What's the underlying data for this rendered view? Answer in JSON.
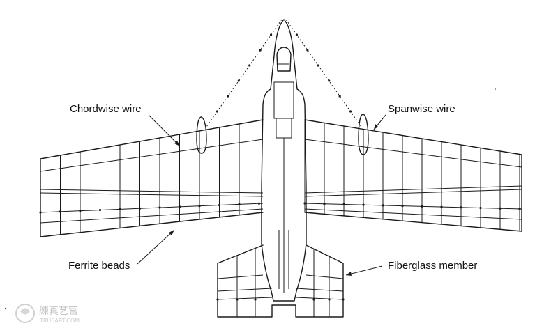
{
  "labels": {
    "chordwise": "Chordwise wire",
    "spanwise": "Spanwise wire",
    "ferrite": "Ferrite beads",
    "fiberglass": "Fiberglass member"
  },
  "watermark": {
    "title": "練真艺宮",
    "sub": "TRUEART.COM"
  },
  "colors": {
    "ink": "#1a1a1a",
    "background": "#ffffff",
    "watermark": "#b9b9b9"
  }
}
